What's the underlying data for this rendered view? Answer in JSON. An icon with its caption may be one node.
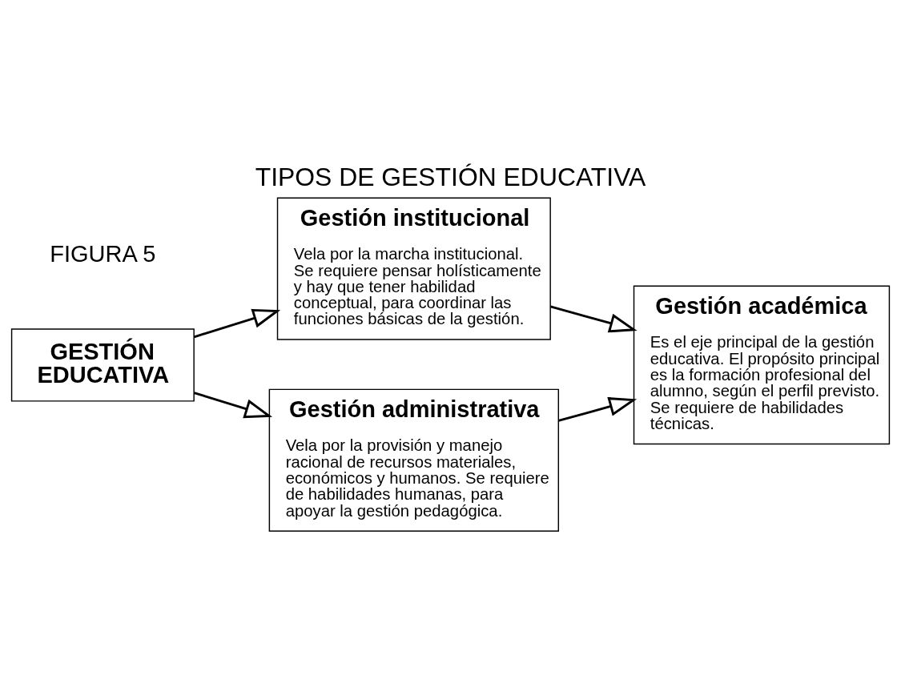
{
  "diagram": {
    "title": "TIPOS DE GESTIÓN EDUCATIVA",
    "nodes": [
      {
        "text": [
          "GESTIÓN EDUCATIVA"
        ]
      },
      {
        "text": [
          "Gestión institucional",
          "Vela por la marcha institucional. Se requiere pensar holísticamente y hay que tener habilidad conceptual, para coordinar las funciones básicas de la gestión."
        ]
      },
      {
        "text": [
          "Gestión académica",
          "Es el eje principal de la gestión educativa. El propósito principal es la formación profesional del alumno, según el perfil previsto. Se requiere de habilidades técnicas."
        ]
      },
      {
        "text": [
          "Gestión administrativa",
          "Vela por la provisión y manejo racional de recursos materiales, económicos y humanos. Se requiere de habilidades humanas, para apoyar la gestión pedagógica."
        ]
      }
    ],
    "edges": [
      {
        "from": 0,
        "to": 1,
        "arrow": "to"
      },
      {
        "from": 1,
        "to": 2,
        "arrow": "to"
      },
      {
        "from": 0,
        "to": 3,
        "arrow": "to"
      },
      {
        "from": 3,
        "to": 2,
        "arrow": "to"
      }
    ],
    "labels": [
      "FIGURA 5"
    ]
  }
}
